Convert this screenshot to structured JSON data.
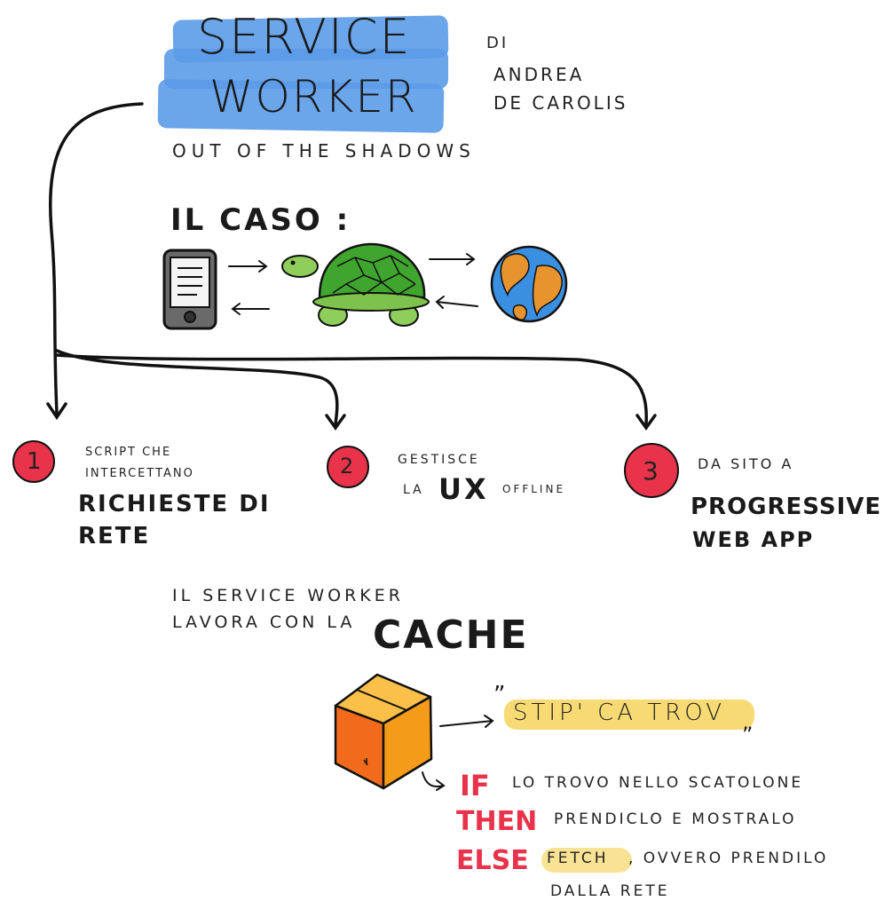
{
  "title": {
    "line1": "SERVICE",
    "line2": "WORKER",
    "subtitle": "OUT OF THE SHADOWS"
  },
  "author": {
    "line1": "DI",
    "line2": "ANDREA",
    "line3": "DE CAROLIS"
  },
  "case_heading": "IL CASO :",
  "points": [
    {
      "number": "1",
      "small": "SCRIPT CHE INTERCETTANO",
      "big": "RICHIESTE DI RETE"
    },
    {
      "number": "2",
      "small1": "GESTISCE",
      "small2": "LA",
      "big": "UX",
      "small3": "OFFLINE"
    },
    {
      "number": "3",
      "small": "DA SITO A",
      "big1": "PROGRESSIVE",
      "big2": "WEB APP"
    }
  ],
  "cache_section": {
    "line1": "IL SERVICE WORKER",
    "line2": "LAVORA CON LA",
    "big": "CACHE"
  },
  "quote": {
    "open": "”",
    "text": "STIP' CA TROV",
    "close": "”"
  },
  "logic": {
    "if_kw": "IF",
    "if_text": "LO TROVO NELLO SCATOLONE",
    "then_kw": "THEN",
    "then_text": "PRENDICLO E MOSTRALO",
    "else_kw": "ELSE",
    "else_fetch": "FETCH",
    "else_text": ", OVVERO PRENDILO",
    "else_text2": "DALLA RETE"
  },
  "colors": {
    "highlight_blue": "#5b9be8",
    "highlight_yellow": "#f7d35c",
    "circle_red": "#e8334a",
    "turtle_green": "#3fa52f",
    "box_orange": "#f59b1a"
  }
}
